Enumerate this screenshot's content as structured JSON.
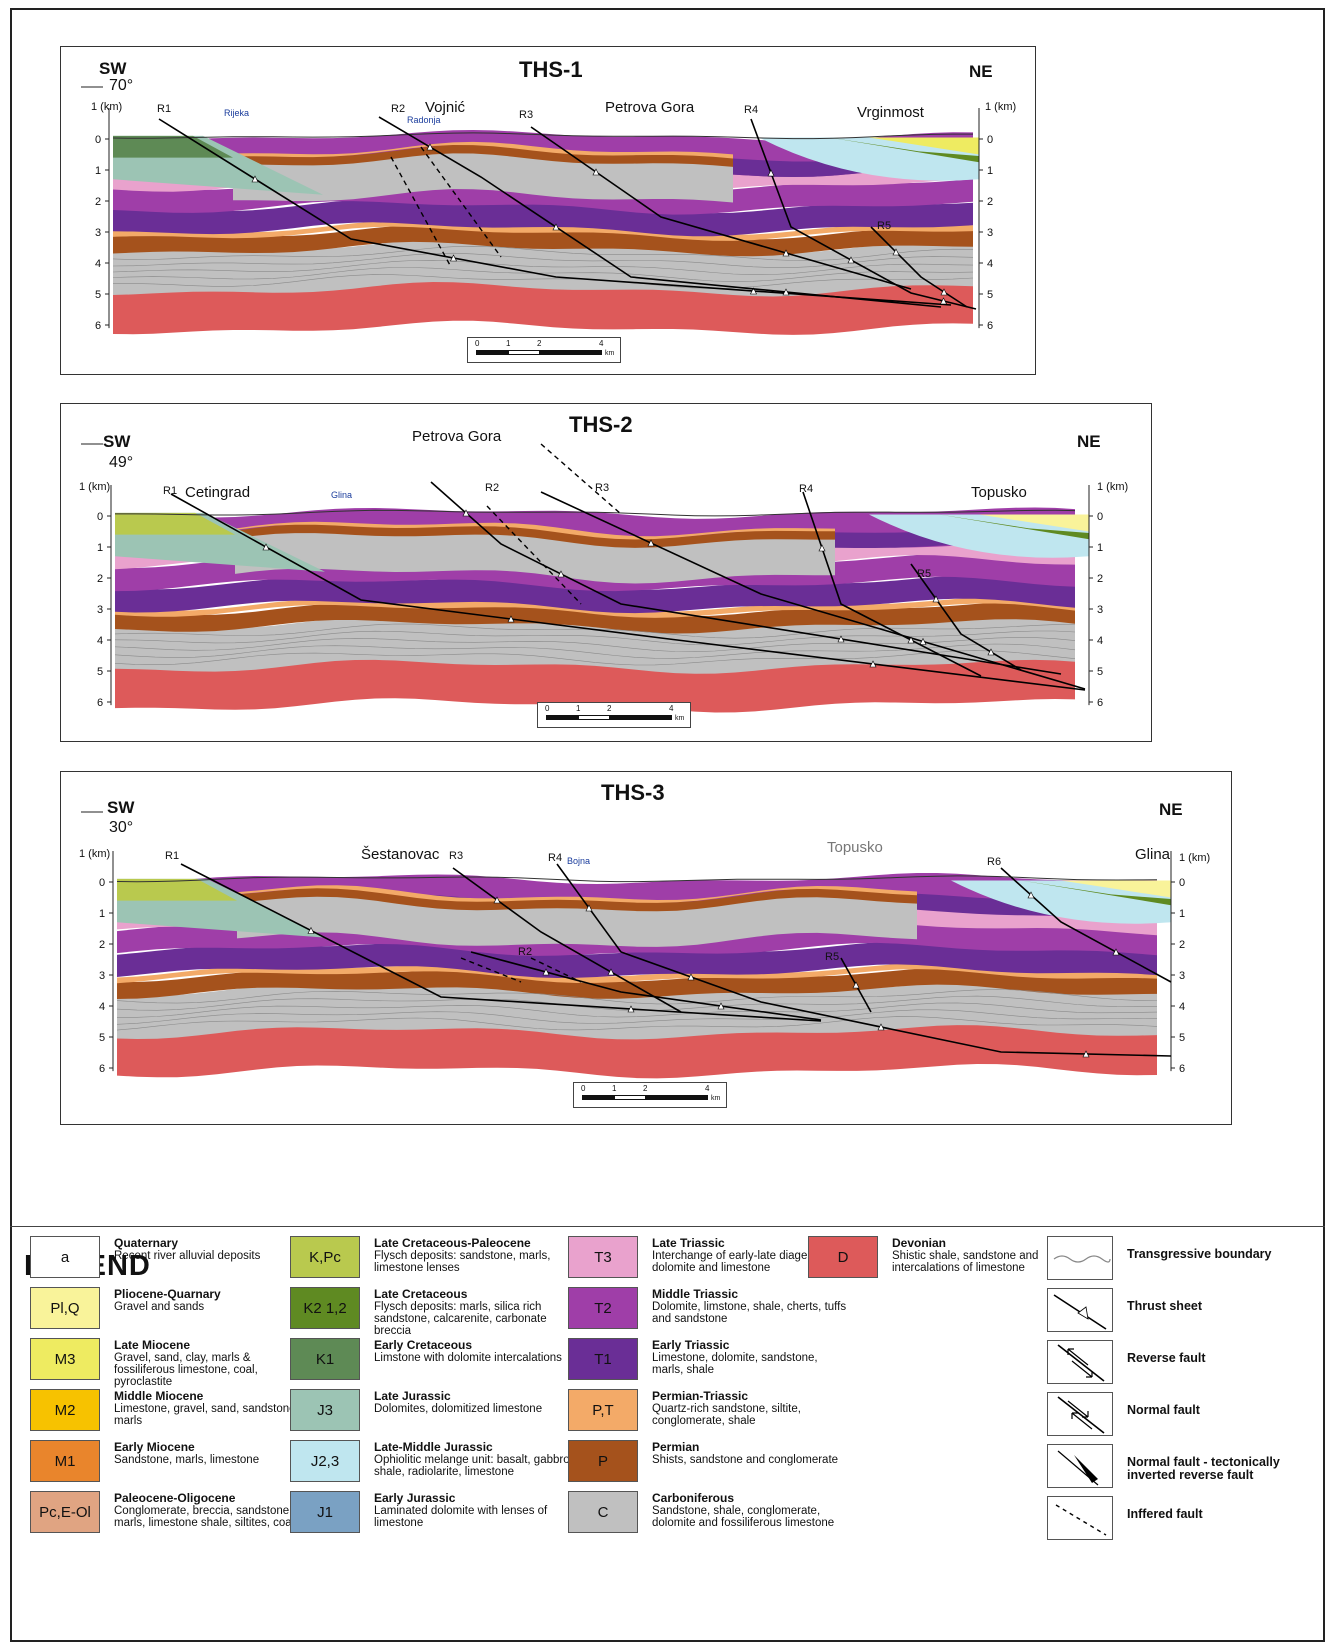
{
  "panels": [
    {
      "title": "THS-1",
      "sw": "SW",
      "ne": "NE",
      "angle": "70°",
      "km_label": "1 (km)",
      "depth_ticks": [
        "0",
        "1",
        "2",
        "3",
        "4",
        "5",
        "6"
      ],
      "towns": [
        "Vojnić",
        "Petrova Gora",
        "Vrginmost"
      ],
      "small_towns": [
        "Rijeka",
        "Radonja"
      ],
      "faults": [
        "R1",
        "R2",
        "R3",
        "R4",
        "R5"
      ],
      "scale": [
        "0",
        "1",
        "2",
        "4",
        "km"
      ]
    },
    {
      "title": "THS-2",
      "sw": "SW",
      "ne": "NE",
      "angle": "49°",
      "km_label": "1 (km)",
      "depth_ticks": [
        "0",
        "1",
        "2",
        "3",
        "4",
        "5",
        "6"
      ],
      "towns": [
        "Cetingrad",
        "Petrova Gora",
        "Topusko"
      ],
      "small_towns": [
        "Glina"
      ],
      "faults": [
        "R1",
        "R2",
        "R3",
        "R4",
        "R5"
      ],
      "scale": [
        "0",
        "1",
        "2",
        "4",
        "km"
      ]
    },
    {
      "title": "THS-3",
      "sw": "SW",
      "ne": "NE",
      "angle": "30°",
      "km_label": "1 (km)",
      "depth_ticks": [
        "0",
        "1",
        "2",
        "3",
        "4",
        "5",
        "6"
      ],
      "towns": [
        "Šestanovac",
        "Topusko",
        "Glina"
      ],
      "small_towns": [
        "Bojna"
      ],
      "faults": [
        "R1",
        "R3",
        "R4",
        "R2",
        "R5",
        "R6"
      ],
      "scale": [
        "0",
        "1",
        "2",
        "4",
        "km"
      ]
    }
  ],
  "colors": {
    "quaternary": "#ffffff",
    "pliocene": "#f9f39a",
    "late_miocene": "#eeeb61",
    "middle_miocene": "#f7c200",
    "early_miocene": "#e9852c",
    "paleocene": "#e0a482",
    "late_cretaceous_pc": "#b9c94e",
    "late_cretaceous": "#5f8a22",
    "early_cretaceous": "#5e8a55",
    "late_jurassic_a": "#6b8fd0",
    "late_jurassic_b": "#9cc4b4",
    "melange": "#bfe6ef",
    "early_jurassic": "#7aa1c3",
    "late_triassic": "#e9a2cd",
    "middle_triassic": "#9f3ea8",
    "early_triassic": "#6a2e96",
    "permian_triassic": "#f3aa68",
    "permian": "#a5521c",
    "carboniferous": "#c0c0c0",
    "devonian": "#dd5a5a"
  },
  "legend": {
    "title": "LEGEND",
    "units": [
      {
        "symbol": "a",
        "name": "Quaternary",
        "desc": "Recent river alluvial deposits",
        "color": "#ffffff"
      },
      {
        "symbol": "Pl,Q",
        "name": "Pliocene-Quarnary",
        "desc": "Gravel and sands",
        "color": "#f9f39a"
      },
      {
        "symbol": "M3",
        "name": "Late Miocene",
        "desc": "Gravel, sand, clay, marls & fossiliferous limestone, coal, pyroclastite",
        "color": "#eeeb61"
      },
      {
        "symbol": "M2",
        "name": "Middle Miocene",
        "desc": "Limestone, gravel, sand, sandstone, marls",
        "color": "#f7c200"
      },
      {
        "symbol": "M1",
        "name": "Early Miocene",
        "desc": "Sandstone, marls, limestone",
        "color": "#e9852c"
      },
      {
        "symbol": "Pc,E-Ol",
        "name": "Paleocene-Oligocene",
        "desc": "Conglomerate, breccia, sandstone, marls, limestone shale, siltites, coal",
        "color": "#e0a482"
      },
      {
        "symbol": "K,Pc",
        "name": "Late Cretaceous-Paleocene",
        "desc": "Flysch deposits: sandstone, marls, limestone lenses",
        "color": "#b9c94e"
      },
      {
        "symbol": "K2 1,2",
        "name": "Late Cretaceous",
        "desc": "Flysch deposits: marls, silica rich sandstone, calcarenite, carbonate breccia",
        "color": "#5f8a22"
      },
      {
        "symbol": "K1",
        "name": "Early Cretaceous",
        "desc": "Limstone with dolomite intercalations",
        "color": "#5e8a55"
      },
      {
        "symbol": "J3",
        "name": "Late Jurassic",
        "desc": "Dolomites, dolomitized limestone",
        "color": "#9cc4b4"
      },
      {
        "symbol": "J2,3",
        "name": "Late-Middle Jurassic",
        "desc": "Ophiolitic melange unit: basalt, gabbro, shale, radiolarite, limestone",
        "color": "#bfe6ef"
      },
      {
        "symbol": "J1",
        "name": "Early Jurassic",
        "desc": "Laminated dolomite with lenses of limestone",
        "color": "#7aa1c3"
      },
      {
        "symbol": "T3",
        "name": "Late Triassic",
        "desc": "Interchange of early-late diagenetic dolomite and limestone",
        "color": "#e9a2cd"
      },
      {
        "symbol": "T2",
        "name": "Middle Triassic",
        "desc": "Dolomite, limstone, shale, cherts, tuffs and sandstone",
        "color": "#9f3ea8"
      },
      {
        "symbol": "T1",
        "name": "Early Triassic",
        "desc": "Limestone, dolomite, sandstone, marls, shale",
        "color": "#6a2e96"
      },
      {
        "symbol": "P,T",
        "name": "Permian-Triassic",
        "desc": "Quartz-rich sandstone, siltite, conglomerate, shale",
        "color": "#f3aa68"
      },
      {
        "symbol": "P",
        "name": "Permian",
        "desc": "Shists, sandstone and conglomerate",
        "color": "#a5521c"
      },
      {
        "symbol": "C",
        "name": "Carboniferous",
        "desc": "Sandstone, shale, conglomerate, dolomite and fossiliferous limestone",
        "color": "#c0c0c0"
      },
      {
        "symbol": "D",
        "name": "Devonian",
        "desc": "Shistic shale, sandstone and intercalations of limestone",
        "color": "#dd5a5a"
      }
    ],
    "symbols": [
      {
        "label": "Transgressive boundary",
        "icon": "wavy-line"
      },
      {
        "label": "Thrust sheet",
        "icon": "thrust-triangle"
      },
      {
        "label": "Reverse fault",
        "icon": "reverse-arrows"
      },
      {
        "label": "Normal fault",
        "icon": "normal-arrows"
      },
      {
        "label": "Normal fault - tectonically inverted reverse fault",
        "icon": "inverted-arrow"
      },
      {
        "label": "Inffered fault",
        "icon": "dashed-line"
      }
    ]
  }
}
